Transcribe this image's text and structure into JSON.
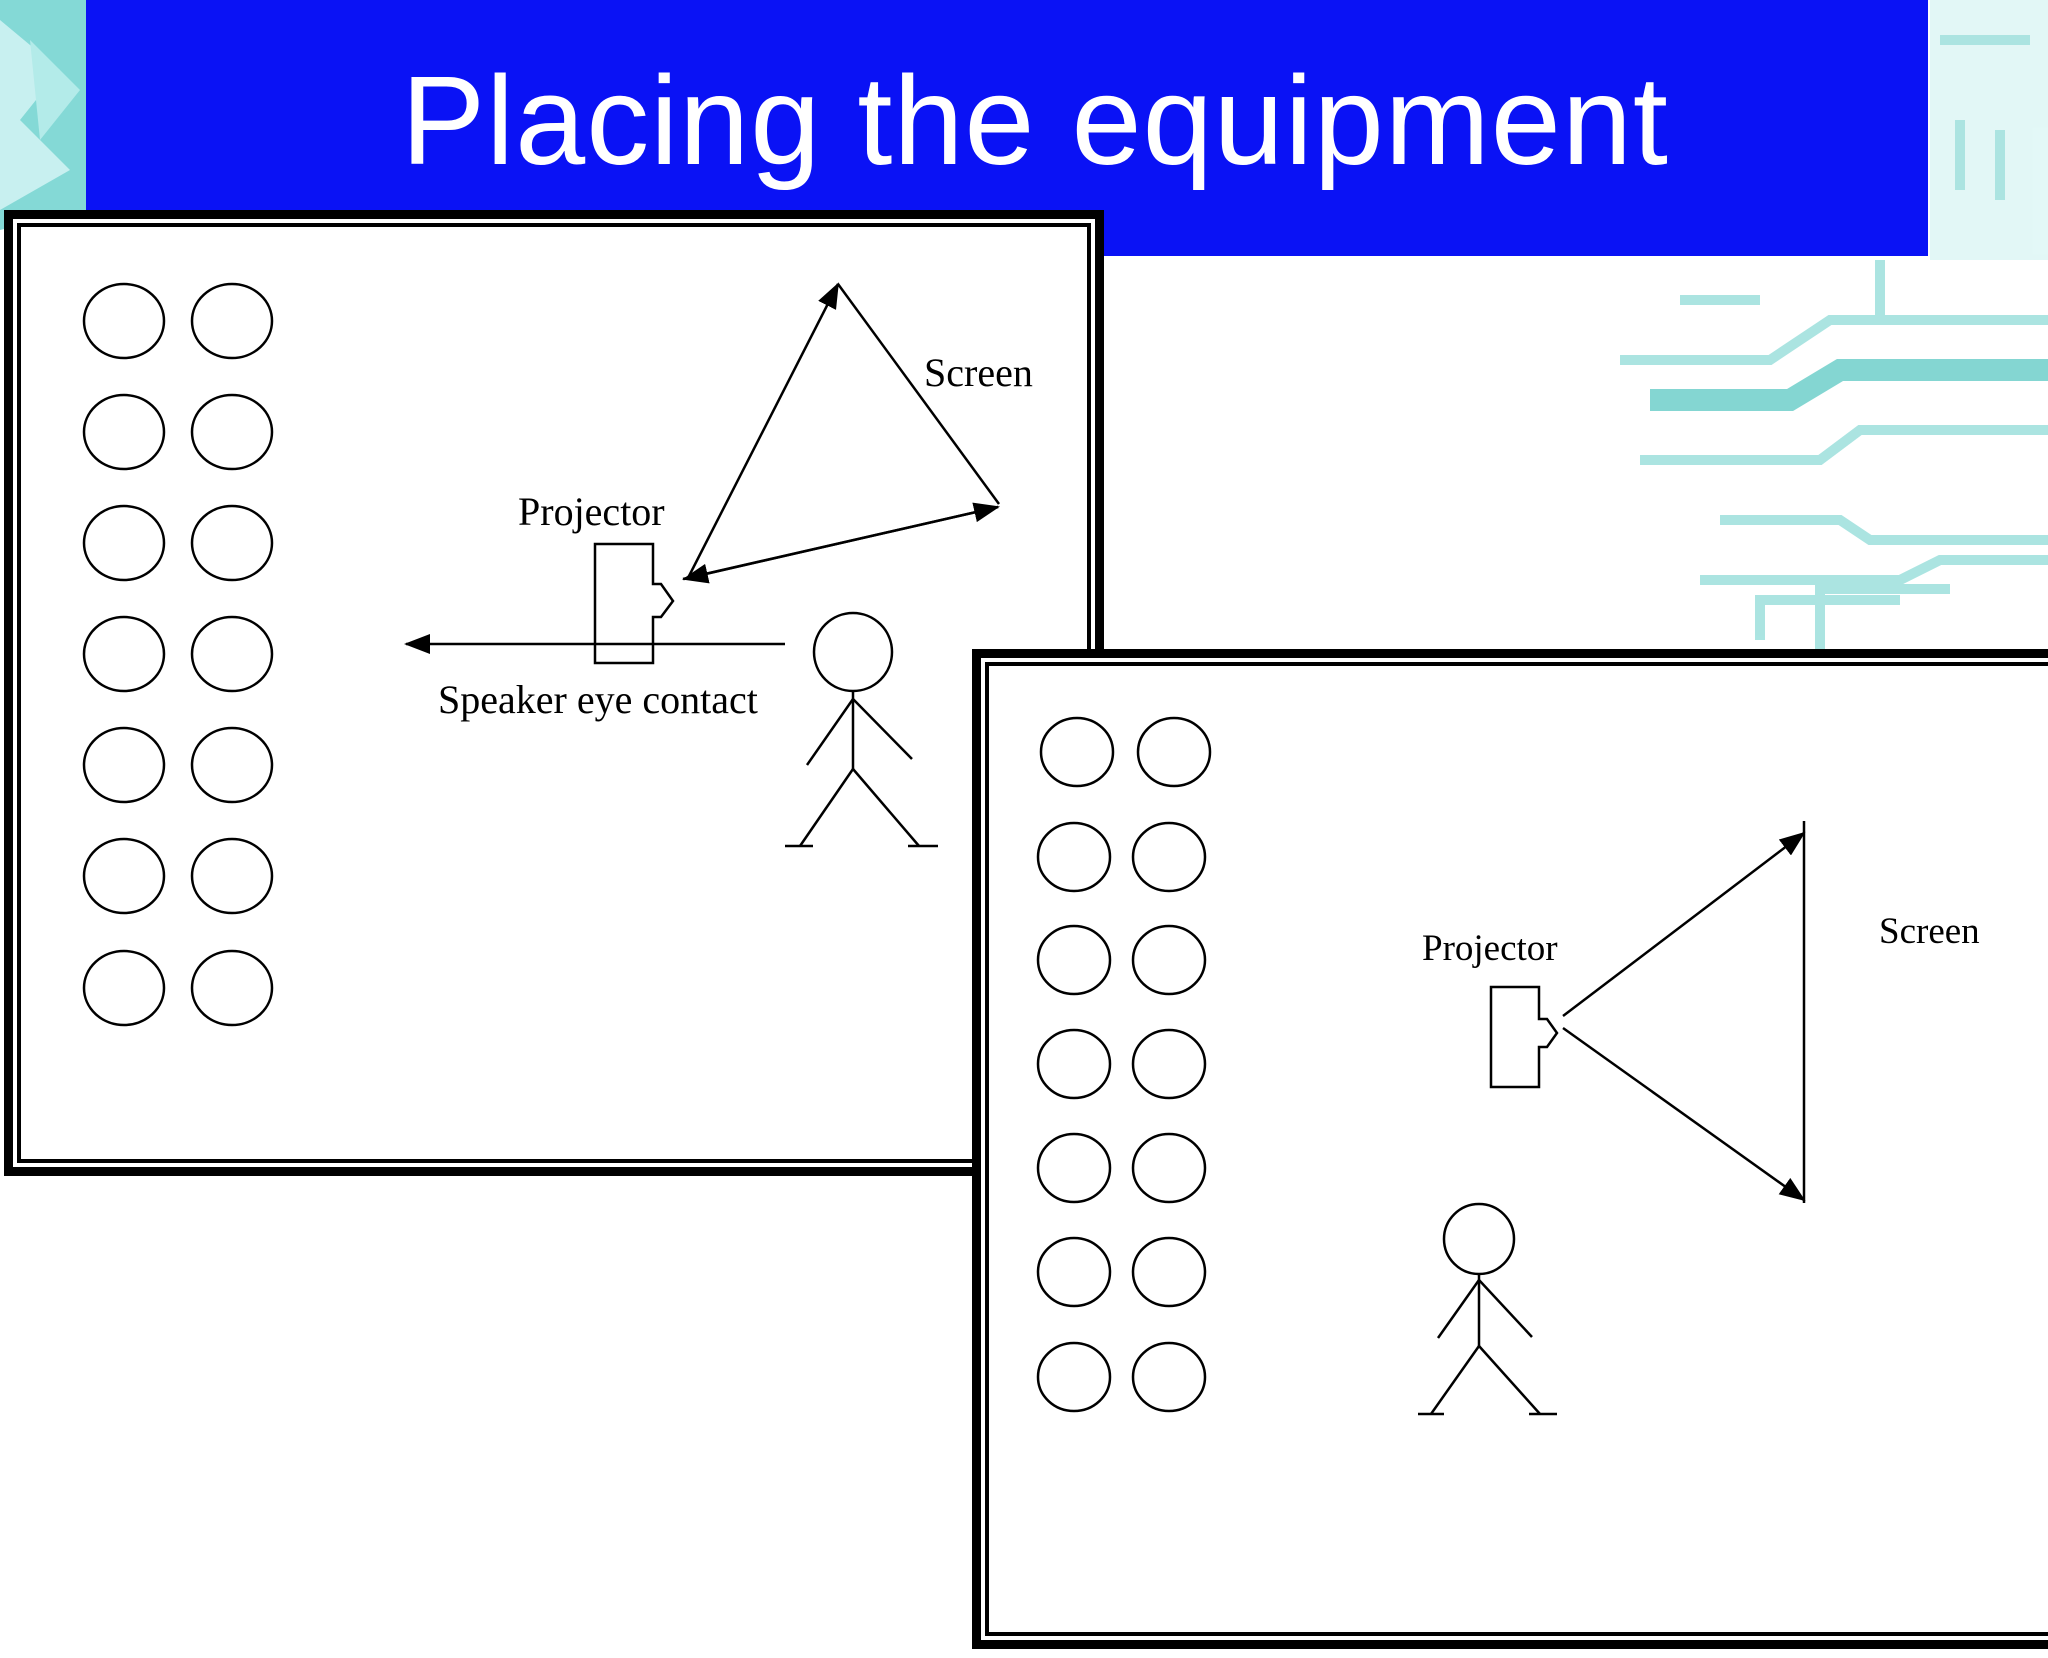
{
  "slide": {
    "title": "Placing the equipment",
    "title_bar_color": "#0a12f5",
    "background_decoration": "teal circuit-board pattern"
  },
  "diagram_1": {
    "projector_label": "Projector",
    "screen_label": "Screen",
    "eye_contact_label": "Speaker eye contact",
    "seat_rows": 7,
    "seat_columns": 2
  },
  "diagram_2": {
    "projector_label": "Projector",
    "screen_label": "Screen",
    "seat_rows": 7,
    "seat_columns": 2
  }
}
